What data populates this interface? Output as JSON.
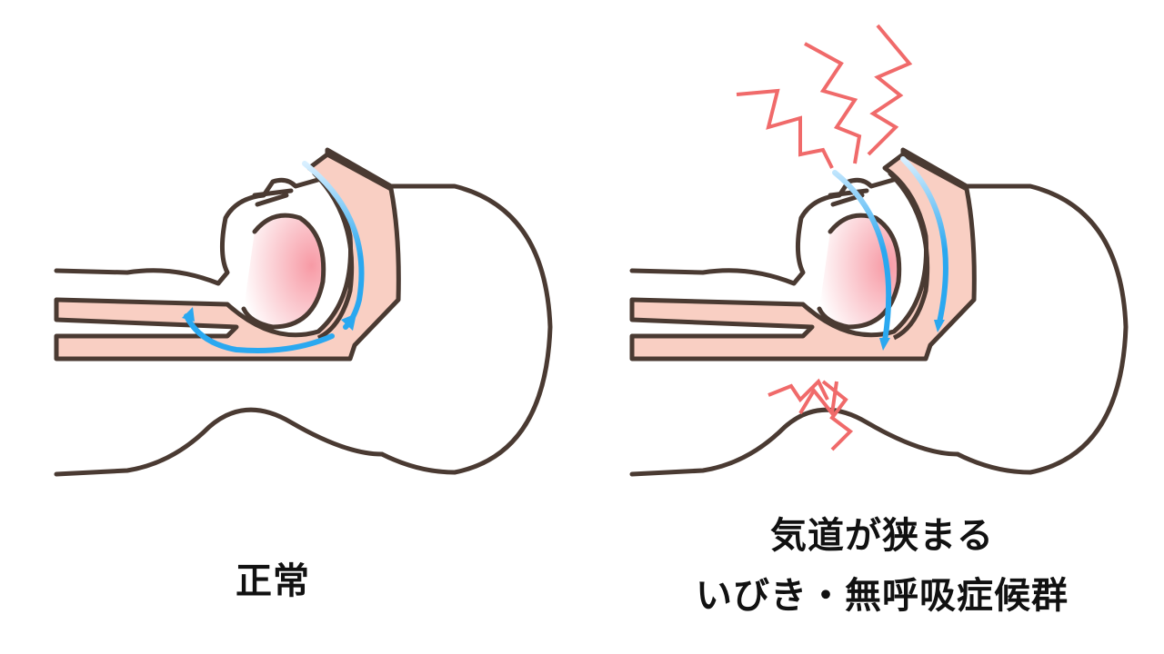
{
  "panels": [
    {
      "id": "normal",
      "caption": "正常"
    },
    {
      "id": "snoring",
      "caption_line1": "気道が狭まる",
      "caption_line2": "いびき・無呼吸症候群"
    }
  ],
  "colors": {
    "outline": "#4a3a32",
    "tissue": "#f9cfc3",
    "airflow": "#2aa8f0",
    "alert": "#f06a6a"
  }
}
